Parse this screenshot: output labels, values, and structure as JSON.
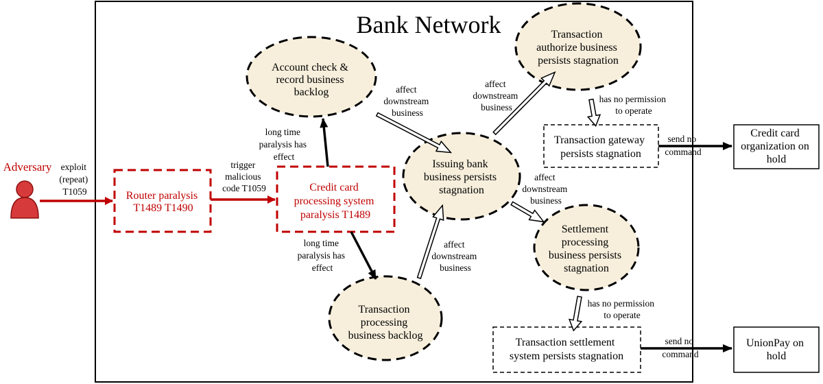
{
  "diagram": {
    "title": "Bank Network",
    "adversary": {
      "label": "Adversary",
      "icon": "person-icon"
    },
    "colors": {
      "attack": "#c00000",
      "ellipse_fill": "#f7efdc",
      "stroke": "#000000"
    },
    "nodes": {
      "router": [
        "Router paralysis",
        "T1489 T1490"
      ],
      "ccps": [
        "Credit card",
        "processing system",
        "paralysis T1489"
      ],
      "account": [
        "Account check &",
        "record business",
        "backlog"
      ],
      "issuing": [
        "Issuing bank",
        "business persists",
        "stagnation"
      ],
      "authorize": [
        "Transaction",
        "authorize business",
        "persists stagnation"
      ],
      "gateway": [
        "Transaction gateway",
        "persists stagnation"
      ],
      "cco": [
        "Credit card",
        "organization on",
        "hold"
      ],
      "settlement": [
        "Settlement",
        "processing",
        "business persists",
        "stagnation"
      ],
      "tpb": [
        "Transaction",
        "processing",
        "business backlog"
      ],
      "tss": [
        "Transaction settlement",
        "system persists stagnation"
      ],
      "unionpay": [
        "UnionPay on",
        "hold"
      ]
    },
    "edges": {
      "exploit": [
        "exploit",
        "(repeat)",
        "T1059"
      ],
      "trigger": [
        "trigger",
        "malicious",
        "code T1059"
      ],
      "long_up": [
        "long time",
        "paralysis has",
        "effect"
      ],
      "long_down": [
        "long time",
        "paralysis has",
        "effect"
      ],
      "affect_account": [
        "affect",
        "downstream",
        "business"
      ],
      "affect_authorize": [
        "affect",
        "downstream",
        "business"
      ],
      "affect_settlement": [
        "affect",
        "downstream",
        "business"
      ],
      "affect_tpb": [
        "affect",
        "downstream",
        "business"
      ],
      "noperm_auth": [
        "has no permission",
        "to operate"
      ],
      "noperm_settle": [
        "has no permission",
        "to operate"
      ],
      "send_cco": [
        "send no",
        "command"
      ],
      "send_up": [
        "send no",
        "command"
      ]
    }
  }
}
